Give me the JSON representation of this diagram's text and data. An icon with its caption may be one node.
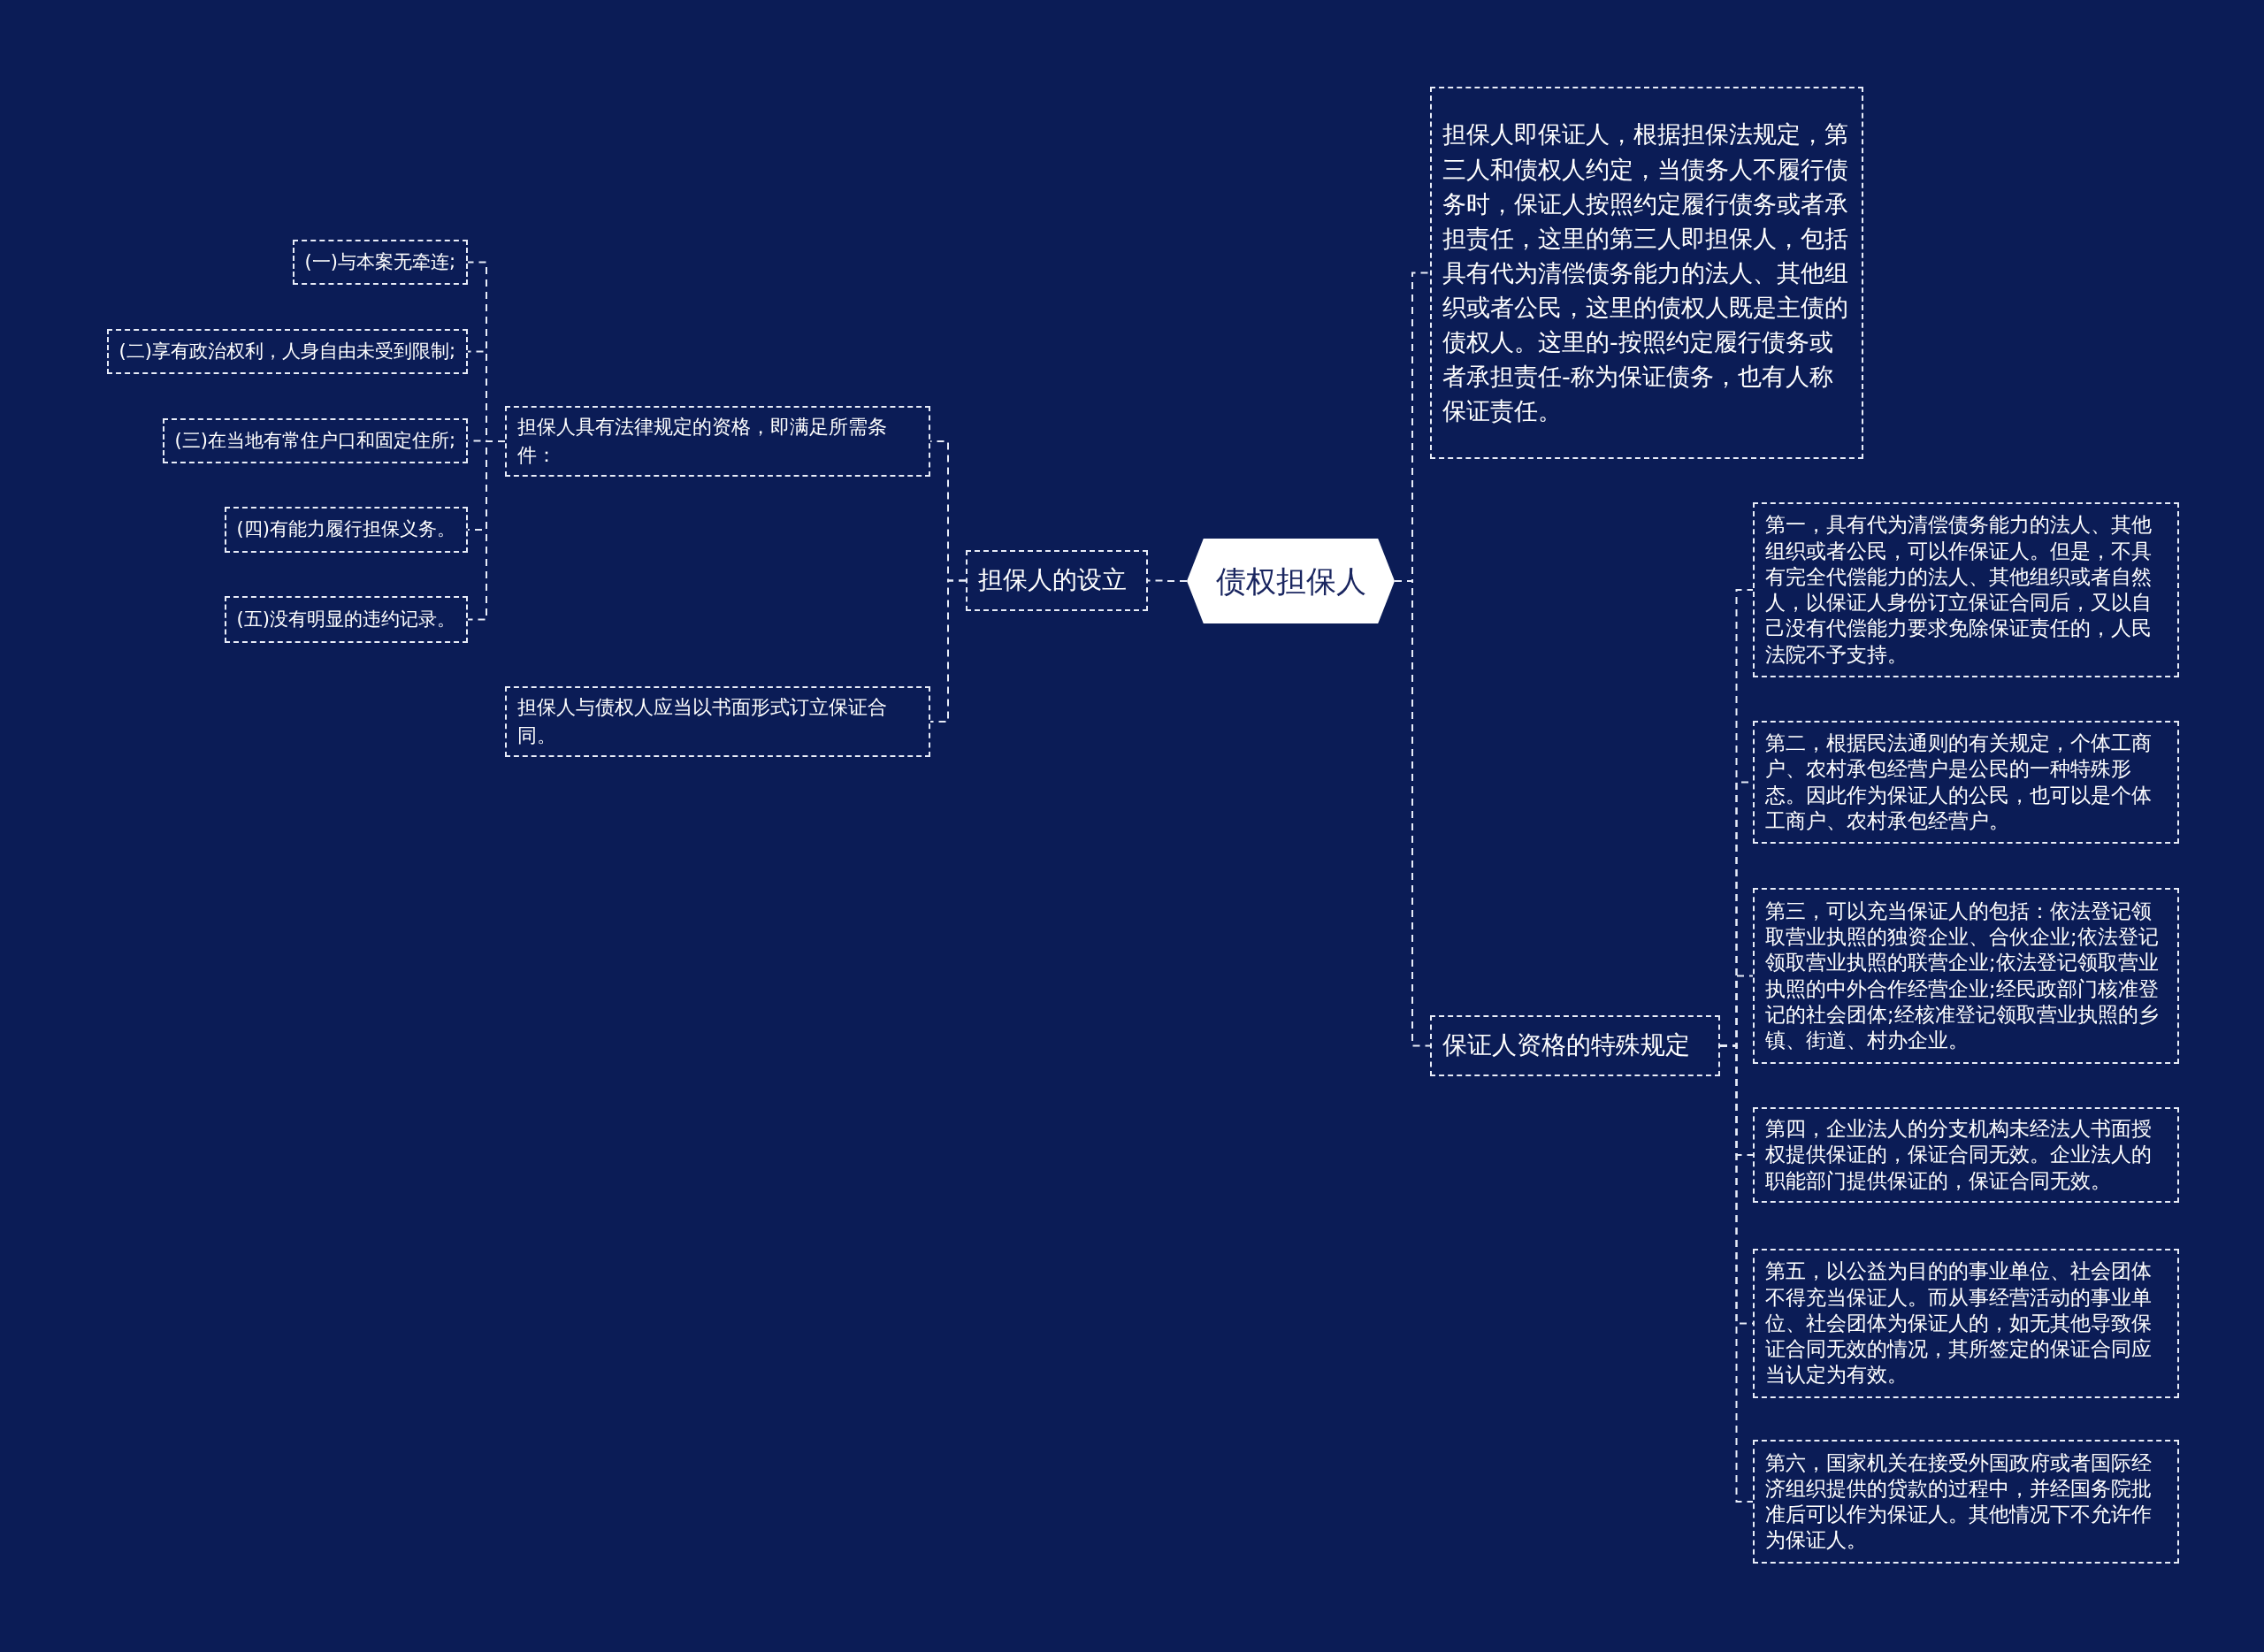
{
  "diagram": {
    "nodes": [
      {
        "text": [
          "债权担保人"
        ]
      },
      {
        "text": [
          "担保人的设立"
        ]
      },
      {
        "text": [
          "担保人具有法律规定的资格，即满足所需条件："
        ]
      },
      {
        "text": [
          "(一)与本案无牵连;"
        ]
      },
      {
        "text": [
          "(二)享有政治权利，人身自由未受到限制;"
        ]
      },
      {
        "text": [
          "(三)在当地有常住户口和固定住所;"
        ]
      },
      {
        "text": [
          "(四)有能力履行担保义务。"
        ]
      },
      {
        "text": [
          "(五)没有明显的违约记录。"
        ]
      },
      {
        "text": [
          "担保人与债权人应当以书面形式订立保证合同。"
        ]
      },
      {
        "text": [
          "担保人即保证人，根据担保法规定，第三人和债权人约定，当债务人不履行债务时，保证人按照约定履行债务或者承担责任，这里的第三人即担保人，包括具有代为清偿债务能力的法人、其他组织或者公民，这里的债权人既是主债的债权人。这里的-按照约定履行债务或者承担责任-称为保证债务，也有人称保证责任。"
        ]
      },
      {
        "text": [
          "保证人资格的特殊规定"
        ]
      },
      {
        "text": [
          "第一，具有代为清偿债务能力的法人、其他组织或者公民，可以作保证人。但是，不具有完全代偿能力的法人、其他组织或者自然人，以保证人身份订立保证合同后，又以自己没有代偿能力要求免除保证责任的，人民法院不予支持。"
        ]
      },
      {
        "text": [
          "第二，根据民法通则的有关规定，个体工商户、农村承包经营户是公民的一种特殊形态。因此作为保证人的公民，也可以是个体工商户、农村承包经营户。"
        ]
      },
      {
        "text": [
          "第三，可以充当保证人的包括：依法登记领取营业执照的独资企业、合伙企业;依法登记领取营业执照的联营企业;依法登记领取营业执照的中外合作经营企业;经民政部门核准登记的社会团体;经核准登记领取营业执照的乡镇、街道、村办企业。"
        ]
      },
      {
        "text": [
          "第四，企业法人的分支机构未经法人书面授权提供保证的，保证合同无效。企业法人的职能部门提供保证的，保证合同无效。"
        ]
      },
      {
        "text": [
          "第五，以公益为目的的事业单位、社会团体不得充当保证人。而从事经营活动的事业单位、社会团体为保证人的，如无其他导致保证合同无效的情况，其所签定的保证合同应当认定为有效。"
        ]
      },
      {
        "text": [
          "第六，国家机关在接受外国政府或者国际经济组织提供的贷款的过程中，并经国务院批准后可以作为保证人。其他情况下不允许作为保证人。"
        ]
      }
    ],
    "edges": [
      {
        "from": 0,
        "to": 1,
        "arrow": "none"
      },
      {
        "from": 1,
        "to": 2,
        "arrow": "none"
      },
      {
        "from": 1,
        "to": 8,
        "arrow": "none"
      },
      {
        "from": 2,
        "to": 3,
        "arrow": "none"
      },
      {
        "from": 2,
        "to": 4,
        "arrow": "none"
      },
      {
        "from": 2,
        "to": 5,
        "arrow": "none"
      },
      {
        "from": 2,
        "to": 6,
        "arrow": "none"
      },
      {
        "from": 2,
        "to": 7,
        "arrow": "none"
      },
      {
        "from": 0,
        "to": 9,
        "arrow": "none"
      },
      {
        "from": 0,
        "to": 10,
        "arrow": "none"
      },
      {
        "from": 10,
        "to": 11,
        "arrow": "none"
      },
      {
        "from": 10,
        "to": 12,
        "arrow": "none"
      },
      {
        "from": 10,
        "to": 13,
        "arrow": "none"
      },
      {
        "from": 10,
        "to": 14,
        "arrow": "none"
      },
      {
        "from": 10,
        "to": 15,
        "arrow": "none"
      },
      {
        "from": 10,
        "to": 16,
        "arrow": "none"
      }
    ]
  }
}
